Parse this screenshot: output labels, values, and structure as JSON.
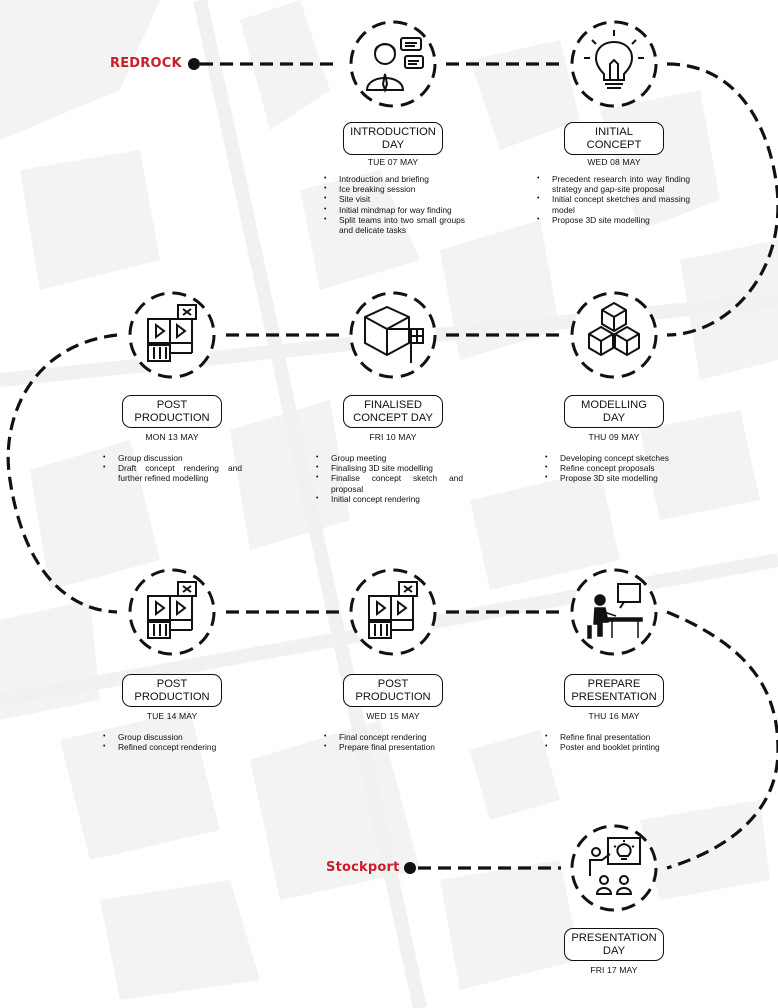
{
  "start": {
    "label": "REDROCK"
  },
  "end": {
    "label": "Stockport"
  },
  "stages": [
    {
      "id": "s1",
      "title": [
        "INTRODUCTION",
        "DAY"
      ],
      "date": "TUE 07 MAY",
      "icon": "speaking-person-icon",
      "tasks": [
        "Introduction and briefing",
        "Ice breaking session",
        "Site visit",
        "Initial mindmap for way finding",
        "Split teams into two small groups and delicate tasks"
      ]
    },
    {
      "id": "s2",
      "title": [
        "INITIAL",
        "CONCEPT"
      ],
      "date": "WED 08 MAY",
      "icon": "lightbulb-icon",
      "tasks": [
        "Precedent research into way finding strategy and gap-site proposal",
        "Initial concept sketches and massing model",
        "Propose 3D site modelling"
      ]
    },
    {
      "id": "s3",
      "title": [
        "MODELLING",
        "DAY"
      ],
      "date": "THU 09 MAY",
      "icon": "stacked-cubes-icon",
      "tasks": [
        "Developing concept sketches",
        "Refine concept proposals",
        "Propose 3D site modelling"
      ]
    },
    {
      "id": "s4",
      "title": [
        "FINALISED",
        "CONCEPT DAY"
      ],
      "date": "FRI 10 MAY",
      "icon": "cube-flag-icon",
      "tasks": [
        "Group meeting",
        "Finalising 3D site modelling",
        "Finalise concept sketch and proposal",
        "Initial concept rendering"
      ]
    },
    {
      "id": "s5",
      "title": [
        "POST",
        "PRODUCTION"
      ],
      "date": "MON 13 MAY",
      "icon": "video-editing-icon",
      "tasks": [
        "Group discussion",
        "Draft concept rendering and further refined modelling"
      ]
    },
    {
      "id": "s6",
      "title": [
        "POST",
        "PRODUCTION"
      ],
      "date": "TUE 14 MAY",
      "icon": "video-editing-icon",
      "tasks": [
        "Group discussion",
        "Refined concept rendering"
      ]
    },
    {
      "id": "s7",
      "title": [
        "POST",
        "PRODUCTION"
      ],
      "date": "WED 15 MAY",
      "icon": "video-editing-icon",
      "tasks": [
        "Final concept rendering",
        "Prepare final presentation"
      ]
    },
    {
      "id": "s8",
      "title": [
        "PREPARE",
        "PRESENTATION"
      ],
      "date": "THU 16 MAY",
      "icon": "person-at-desk-icon",
      "tasks": [
        "Refine final presentation",
        "Poster and booklet printing"
      ]
    },
    {
      "id": "s9",
      "title": [
        "PRESENTATION",
        "DAY"
      ],
      "date": "FRI 17 MAY",
      "icon": "presentation-audience-icon",
      "tasks": []
    }
  ]
}
